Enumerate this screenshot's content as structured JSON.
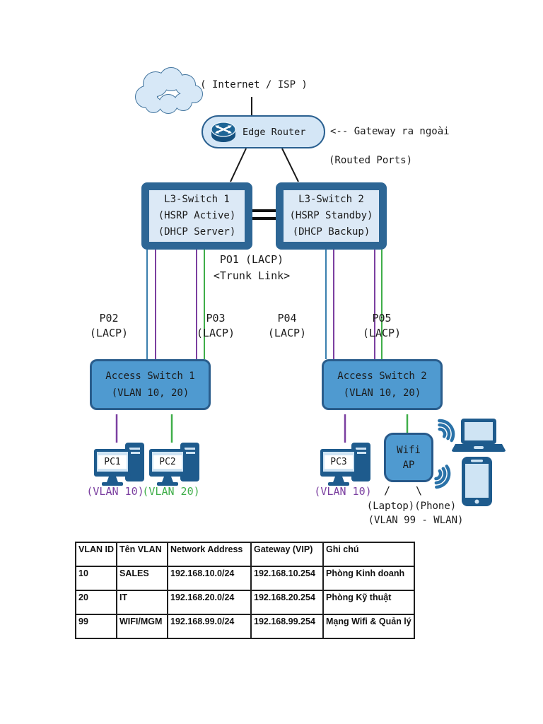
{
  "diagram": {
    "internet_label": "( Internet / ISP )",
    "edge_router": {
      "label": "Edge Router",
      "gateway_note": "<-- Gateway ra ngoài",
      "routed_ports_note": "(Routed Ports)"
    },
    "l3_switches": [
      {
        "name": "L3-Switch 1",
        "role1": "(HSRP Active)",
        "role2": "(DHCP Server)"
      },
      {
        "name": "L3-Switch 2",
        "role1": "(HSRP Standby)",
        "role2": "(DHCP Backup)"
      }
    ],
    "trunk": {
      "port": "PO1 (LACP)",
      "label": "<Trunk Link>"
    },
    "port_labels": [
      {
        "name": "P02",
        "proto": "(LACP)"
      },
      {
        "name": "P03",
        "proto": "(LACP)"
      },
      {
        "name": "P04",
        "proto": "(LACP)"
      },
      {
        "name": "P05",
        "proto": "(LACP)"
      }
    ],
    "access_switches": [
      {
        "name": "Access Switch 1",
        "vlans": "(VLAN 10, 20)"
      },
      {
        "name": "Access Switch 2",
        "vlans": "(VLAN 10, 20)"
      }
    ],
    "pcs": [
      {
        "label": "PC1",
        "vlan": "(VLAN 10)"
      },
      {
        "label": "PC2",
        "vlan": "(VLAN 20)"
      },
      {
        "label": "PC3",
        "vlan": "(VLAN 10)"
      }
    ],
    "wifi_ap": {
      "line1": "Wifi",
      "line2": "AP"
    },
    "wireless": {
      "slash": "/",
      "backslash": "\\",
      "devices_label": "(Laptop)(Phone)",
      "vlan_label": "(VLAN 99 - WLAN)"
    }
  },
  "table": {
    "headers": [
      "VLAN ID",
      "Tên VLAN",
      "Network Address",
      "Gateway (VIP)",
      "Ghi chú"
    ],
    "rows": [
      [
        "10",
        "SALES",
        "192.168.10.0/24",
        "192.168.10.254",
        "Phòng Kinh doanh"
      ],
      [
        "20",
        "IT",
        "192.168.20.0/24",
        "192.168.20.254",
        "Phòng Kỹ thuật"
      ],
      [
        "99",
        "WIFI/MGM",
        "192.168.99.0/24",
        "192.168.99.254",
        "Mạng Wifi & Quản lý"
      ]
    ]
  },
  "colors": {
    "device_dark_blue": "#1e5b8d",
    "box_border_blue": "#2a6090",
    "switch_fill_blue": "#4f9ad0",
    "panel_light_blue": "#dce9f6",
    "pill_light_blue": "#d4e6f6",
    "screen_light_blue": "#cfe4f4",
    "vlan10_purple": "#7b3fa0",
    "vlan20_green": "#3fae49",
    "uplink_teal": "#3a7fae",
    "line_black": "#1a1a1a"
  }
}
